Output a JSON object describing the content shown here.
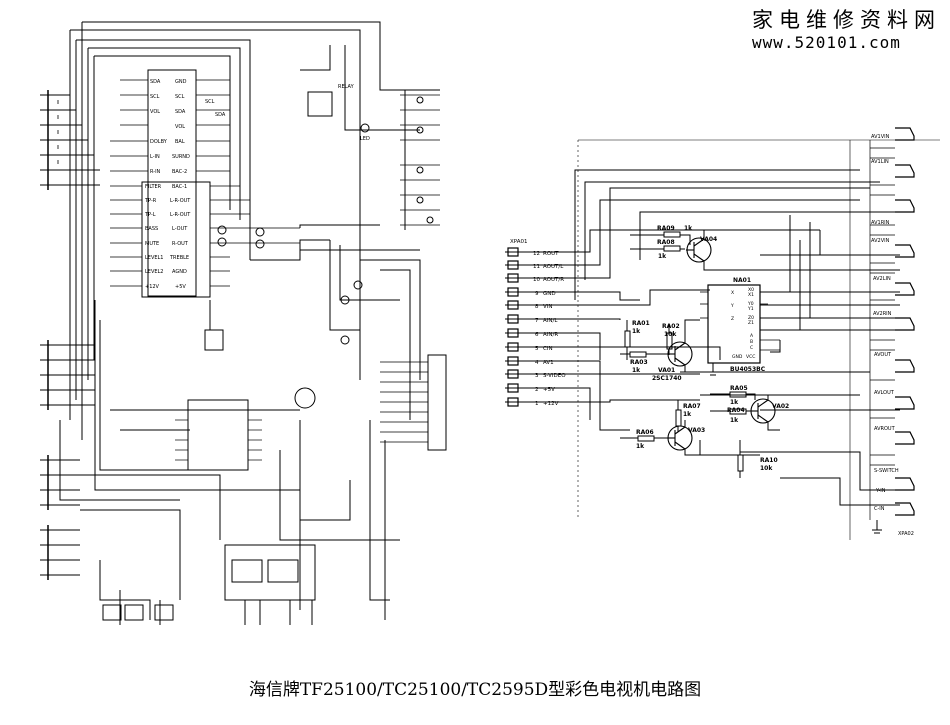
{
  "watermark": {
    "line1": "家电维修资料网",
    "line2": "www.520101.com"
  },
  "caption": "海信牌TF25100/TC25100/TC2595D型彩色电视机电路图",
  "right_circuit": {
    "left_connector": "XPA01",
    "left_pins": [
      {
        "num": "12",
        "label": "ROUT"
      },
      {
        "num": "11",
        "label": "AOUT/L"
      },
      {
        "num": "10",
        "label": "AOUT/R"
      },
      {
        "num": "9",
        "label": "GND"
      },
      {
        "num": "8",
        "label": "VIN"
      },
      {
        "num": "7",
        "label": "AIN/L"
      },
      {
        "num": "6",
        "label": "AIN/R"
      },
      {
        "num": "5",
        "label": "CIN"
      },
      {
        "num": "4",
        "label": "AV1"
      },
      {
        "num": "3",
        "label": "S-VIDEO"
      },
      {
        "num": "2",
        "label": "+5V"
      },
      {
        "num": "1",
        "label": "+12V"
      }
    ],
    "resistors": [
      {
        "ref": "RA09",
        "val": "1k"
      },
      {
        "ref": "RA08",
        "val": "1k"
      },
      {
        "ref": "RA01",
        "val": "1k"
      },
      {
        "ref": "RA02",
        "val": "10k"
      },
      {
        "ref": "RA03",
        "val": "1k"
      },
      {
        "ref": "RA05",
        "val": "1k"
      },
      {
        "ref": "RA04",
        "val": "1k"
      },
      {
        "ref": "RA07",
        "val": "1k"
      },
      {
        "ref": "RA06",
        "val": "1k"
      },
      {
        "ref": "RA10",
        "val": "10k"
      }
    ],
    "transistors": [
      "VA04",
      "VA01",
      "VA02",
      "VA03"
    ],
    "transistor_type": "2SC1740",
    "ic": {
      "ref": "NA01",
      "part": "BU4053BC",
      "pins": [
        "X0",
        "X1",
        "X",
        "Y0",
        "Y1",
        "Y",
        "Z0",
        "Z1",
        "Z",
        "A",
        "B",
        "C",
        "GND",
        "VCC"
      ]
    },
    "right_jacks": [
      "AV1VIN",
      "AV1LIN",
      "AV1RIN",
      "AV2VIN",
      "AV2LIN",
      "AV2RIN",
      "AVOUT",
      "AVLOUT",
      "AVROUT",
      "S-SWITCH",
      "Y-IN",
      "C-IN"
    ],
    "right_connector": "XPA02"
  },
  "left_circuit": {
    "ic_pins_left": [
      "SDA",
      "SCL",
      "VOL",
      "DOLBY",
      "L-IN",
      "R-IN",
      "FILTER",
      "TP-R",
      "TP-L",
      "BASS",
      "MUTE",
      "LEVEL1",
      "LEVEL2",
      "+12V"
    ],
    "ic_pins_right": [
      "GND",
      "SCL",
      "SDA",
      "VOL",
      "BAL",
      "SURND",
      "BAC-2",
      "BAC-1",
      "L-R-OUT",
      "L-R-OUT",
      "L-OUT",
      "R-OUT",
      "TREBLE",
      "AGND",
      "+5V"
    ],
    "misc_labels": [
      "SCL",
      "SDA",
      "LED",
      "RELAY"
    ]
  }
}
